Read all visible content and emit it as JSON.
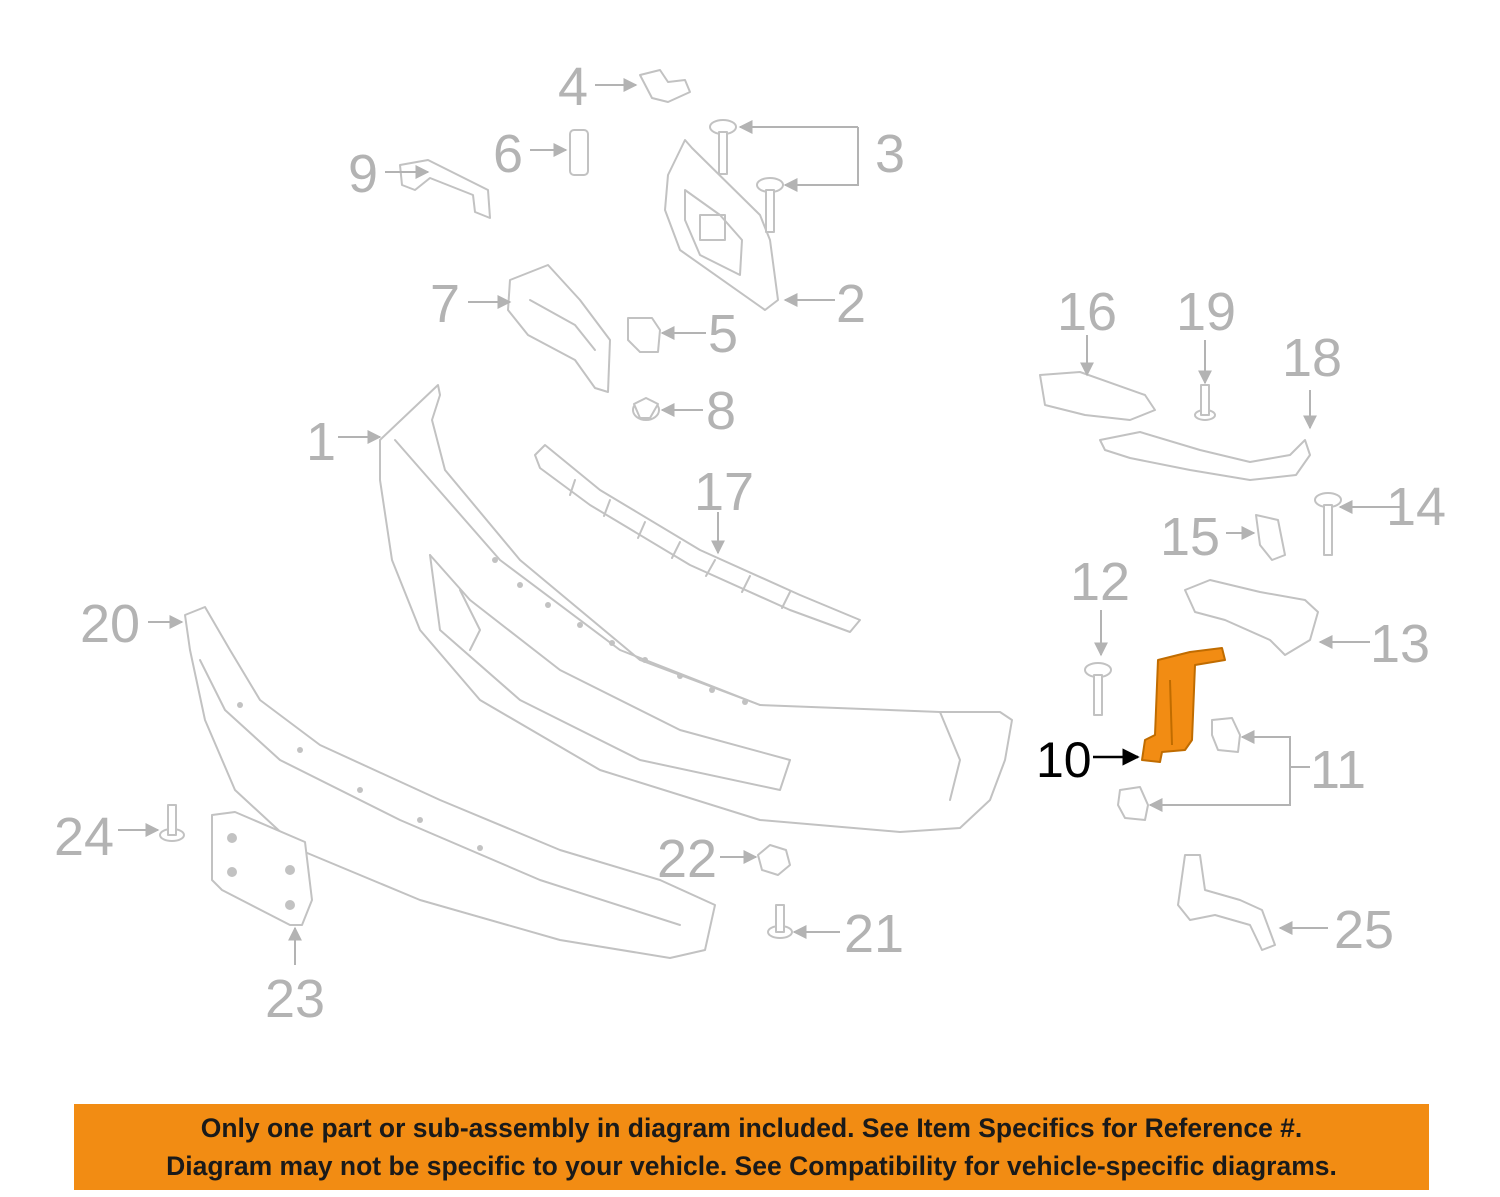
{
  "diagram": {
    "highlight_color": "#f28c13",
    "part_color": "#c2c2c2",
    "callout_color": "#b3b3b3",
    "highlighted_part": "10",
    "callouts": {
      "c1": "1",
      "c2": "2",
      "c3": "3",
      "c4": "4",
      "c5": "5",
      "c6": "6",
      "c7": "7",
      "c8": "8",
      "c9": "9",
      "c10": "10",
      "c11": "11",
      "c12": "12",
      "c13": "13",
      "c14": "14",
      "c15": "15",
      "c16": "16",
      "c17": "17",
      "c18": "18",
      "c19": "19",
      "c20": "20",
      "c21": "21",
      "c22": "22",
      "c23": "23",
      "c24": "24",
      "c25": "25"
    }
  },
  "disclaimer": {
    "color": "#f28c13",
    "line1": "Only one part or sub-assembly in diagram included. See Item Specifics for Reference #.",
    "line2": "Diagram may not be specific to your vehicle. See Compatibility for vehicle-specific diagrams."
  }
}
